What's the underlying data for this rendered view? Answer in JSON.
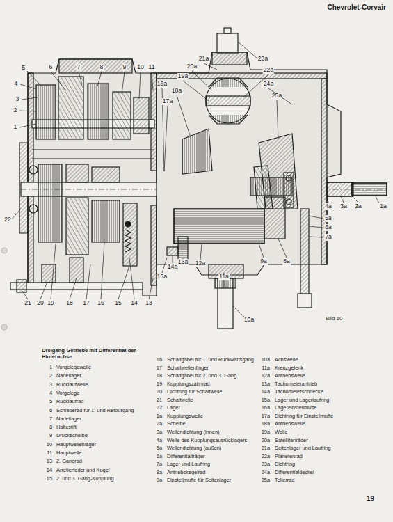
{
  "diagram": {
    "title": "Dreigang-Getriebe mit Differential der Hinterachse",
    "caption": "Bild 10",
    "labels": [
      "Chevrolet-Corvair",
      "1",
      "2",
      "3",
      "4",
      "5",
      "6",
      "7",
      "8",
      "9",
      "10",
      "11",
      "22",
      "21",
      "20",
      "19",
      "18",
      "17",
      "16",
      "15",
      "14",
      "13",
      "21a",
      "23a",
      "20a",
      "22a",
      "19a",
      "16a",
      "24a",
      "18a",
      "25a",
      "17a",
      "1a",
      "2a",
      "3a",
      "4a",
      "5a",
      "6a",
      "7a",
      "8a",
      "9a",
      "12a",
      "13a",
      "14a",
      "15a",
      "11a",
      "10a",
      "1",
      "Vorgelegewelle",
      "2",
      "Nadellager",
      "3",
      "Rücklaufwelle",
      "4",
      "Vorgelege",
      "5",
      "Rücklaufrad",
      "6",
      "Schieberad für 1. und Retourgang",
      "7",
      "Nadellager",
      "8",
      "Haltestift",
      "9",
      "Druckscheibe",
      "10",
      "Hauptwellenlager",
      "11",
      "Hauptwelle",
      "13",
      "2. Gangrad",
      "14",
      "Arretierfeder und Kugel",
      "15",
      "2. und 3. Gang-Kupplung",
      "16",
      "Schaltgabel für 1. und Rückwärtsgang",
      "17",
      "Schaltwellenfinger",
      "18",
      "Schaltgabel für 2. und 3. Gang",
      "19",
      "Kupplungszahnrad",
      "20",
      "Dichtring für Schaltwelle",
      "21",
      "Schaltwelle",
      "22",
      "Lager",
      "1a",
      "Kupplungswelle",
      "2a",
      "Scheibe",
      "3a",
      "Wellendichtung (innen)",
      "4a",
      "Welle des Kupplungsausrücklagers",
      "5a",
      "Wellendichtung (außen)",
      "6a",
      "Differentialträger",
      "7a",
      "Lager und Laufring",
      "8a",
      "Antriebskegelrad",
      "9a",
      "Einstellmuffe für Seitenlager",
      "10a",
      "Achswelle",
      "11a",
      "Kreuzgelenk",
      "12a",
      "Antriebswelle",
      "13a",
      "Tachometerantrieb",
      "14a",
      "Tachometerschnecke",
      "15a",
      "Lager und Lagerlaufring",
      "16a",
      "Lagereinstellmuffe",
      "17a",
      "Dichtring für Einstellmuffe",
      "18a",
      "Antriebswelle",
      "19a",
      "Welle",
      "20a",
      "Satellitenräder",
      "21a",
      "Seitenlager und Laufring",
      "22a",
      "Planetenrad",
      "23a",
      "Dichtring",
      "24a",
      "Differentialdeckel",
      "25a",
      "Tellerrad",
      "19"
    ]
  }
}
